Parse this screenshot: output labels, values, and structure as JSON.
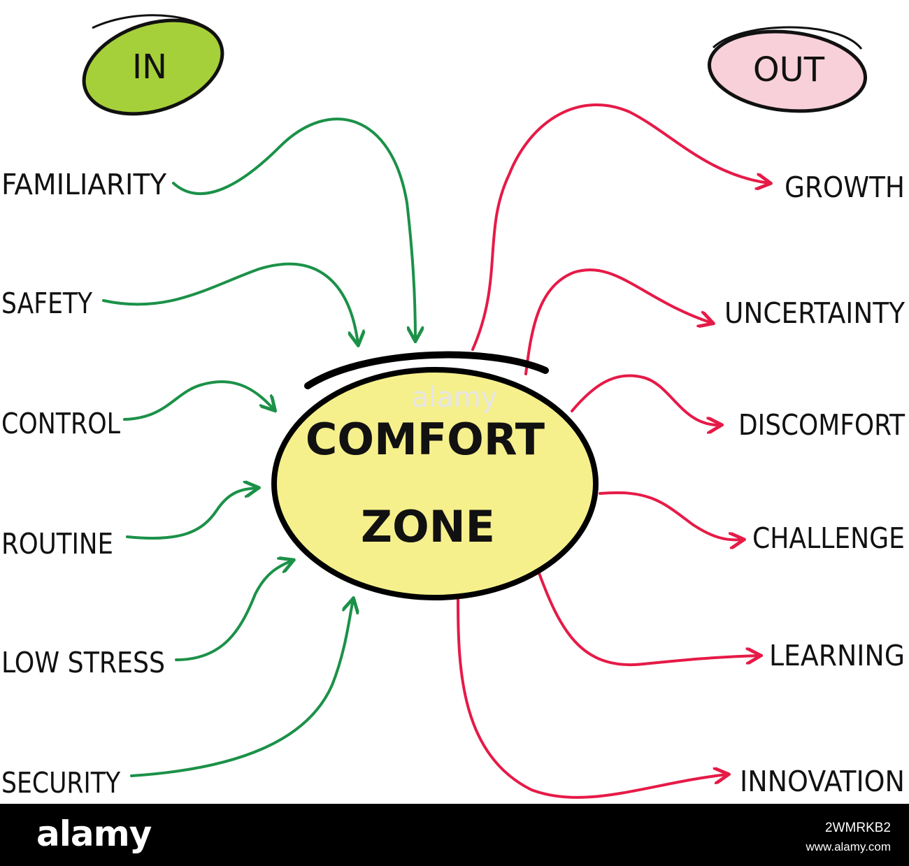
{
  "groups": {
    "in": {
      "label": "IN",
      "color": "#a6d03a"
    },
    "out": {
      "label": "OUT",
      "color": "#f8d0da"
    }
  },
  "center": {
    "line1": "COMFORT",
    "line2": "ZONE",
    "fill": "#f5f08c",
    "outline": "#000000"
  },
  "in_items": [
    {
      "label": "FAMILIARITY"
    },
    {
      "label": "SAFETY"
    },
    {
      "label": "CONTROL"
    },
    {
      "label": "ROUTINE"
    },
    {
      "label": "LOW STRESS"
    },
    {
      "label": "SECURITY"
    }
  ],
  "out_items": [
    {
      "label": "GROWTH"
    },
    {
      "label": "UNCERTAINTY"
    },
    {
      "label": "DISCOMFORT"
    },
    {
      "label": "CHALLENGE"
    },
    {
      "label": "LEARNING"
    },
    {
      "label": "INNOVATION"
    }
  ],
  "colors": {
    "in_arrow": "#1b9148",
    "out_arrow": "#e61a47"
  },
  "watermark": {
    "mark": "alamy",
    "logo": "alamy",
    "image_id": "2WMRKB2",
    "url": "www.alamy.com"
  }
}
